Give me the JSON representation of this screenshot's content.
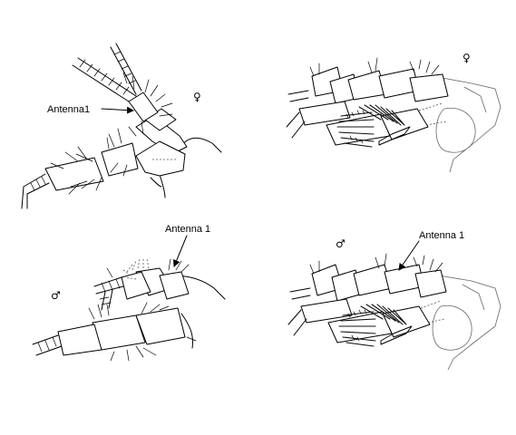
{
  "panels": {
    "top_left": {
      "sex_symbol": "♀",
      "label": "Antenna1"
    },
    "top_right": {
      "sex_symbol": "♀"
    },
    "bottom_left": {
      "sex_symbol": "♂",
      "label": "Antenna 1"
    },
    "bottom_right": {
      "sex_symbol": "♂",
      "label": "Antenna 1"
    }
  },
  "colors": {
    "line": "#000000",
    "background": "#ffffff",
    "setae_dark": "#111111"
  }
}
